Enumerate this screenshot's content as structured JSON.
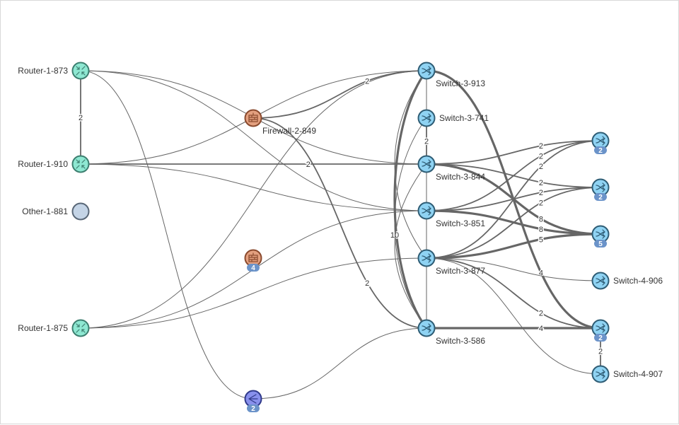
{
  "colors": {
    "router": "#8ee8d2",
    "router_stroke": "#3d7f70",
    "firewall": "#e3a07f",
    "firewall_stroke": "#8a4a2e",
    "switch": "#8fd3f3",
    "switch_stroke": "#2f5d75",
    "other": "#c4d4e6",
    "other_stroke": "#5a6878",
    "hub": "#8890ec",
    "hub_stroke": "#303a8a",
    "badge": "#6b93c9",
    "edge": "#666666"
  },
  "nodes": [
    {
      "id": "r873",
      "label": "Router-1-873",
      "type": "router",
      "label_side": "left"
    },
    {
      "id": "r910",
      "label": "Router-1-910",
      "type": "router",
      "label_side": "left"
    },
    {
      "id": "o881",
      "label": "Other-1-881",
      "type": "other",
      "label_side": "left"
    },
    {
      "id": "r875",
      "label": "Router-1-875",
      "type": "router",
      "label_side": "left"
    },
    {
      "id": "fw849",
      "label": "Firewall-2-849",
      "type": "firewall",
      "label_side": "below"
    },
    {
      "id": "fwg",
      "label": "",
      "type": "firewall",
      "badge": "4"
    },
    {
      "id": "hubg",
      "label": "",
      "type": "hub",
      "badge": "2"
    },
    {
      "id": "s913",
      "label": "Switch-3-913",
      "type": "switch",
      "label_side": "below"
    },
    {
      "id": "s741",
      "label": "Switch-3-741",
      "type": "switch",
      "label_side": "right"
    },
    {
      "id": "s844",
      "label": "Switch-3-844",
      "type": "switch",
      "label_side": "below"
    },
    {
      "id": "s851",
      "label": "Switch-3-851",
      "type": "switch",
      "label_side": "below"
    },
    {
      "id": "s877",
      "label": "Switch-3-877",
      "type": "switch",
      "label_side": "below"
    },
    {
      "id": "s586",
      "label": "Switch-3-586",
      "type": "switch",
      "label_side": "below"
    },
    {
      "id": "g198",
      "label": "",
      "type": "switch",
      "badge": "2"
    },
    {
      "id": "g264",
      "label": "",
      "type": "switch",
      "badge": "2"
    },
    {
      "id": "g330",
      "label": "",
      "type": "switch",
      "badge": "5"
    },
    {
      "id": "s906",
      "label": "Switch-4-906",
      "type": "switch",
      "label_side": "right"
    },
    {
      "id": "g463",
      "label": "",
      "type": "switch",
      "badge": "2"
    },
    {
      "id": "s907",
      "label": "Switch-4-907",
      "type": "switch",
      "label_side": "right"
    }
  ],
  "edges": [
    {
      "from": "r873",
      "to": "r910",
      "label": "2"
    },
    {
      "from": "r873",
      "to": "s844"
    },
    {
      "from": "r873",
      "to": "s851"
    },
    {
      "from": "r873",
      "to": "hubg"
    },
    {
      "from": "r910",
      "to": "s913"
    },
    {
      "from": "r910",
      "to": "s844",
      "label": "2"
    },
    {
      "from": "r910",
      "to": "s851"
    },
    {
      "from": "r875",
      "to": "s851"
    },
    {
      "from": "r875",
      "to": "s877"
    },
    {
      "from": "r875",
      "to": "s913"
    },
    {
      "from": "hubg",
      "to": "s586"
    },
    {
      "from": "fw849",
      "to": "s913",
      "label": "2"
    },
    {
      "from": "fw849",
      "to": "s586",
      "label": "2"
    },
    {
      "from": "s913",
      "to": "s586",
      "label": "10"
    },
    {
      "from": "s913",
      "to": "s851"
    },
    {
      "from": "s913",
      "to": "s877"
    },
    {
      "from": "s741",
      "to": "s844",
      "label": "2"
    },
    {
      "from": "s741",
      "to": "s586"
    },
    {
      "from": "s844",
      "to": "s586"
    },
    {
      "from": "s851",
      "to": "s877"
    },
    {
      "from": "s877",
      "to": "s586"
    },
    {
      "from": "s913",
      "to": "g463",
      "label": "4"
    },
    {
      "from": "s844",
      "to": "g198",
      "label": "2"
    },
    {
      "from": "s844",
      "to": "g264",
      "label": "2"
    },
    {
      "from": "s844",
      "to": "g330",
      "label": "8"
    },
    {
      "from": "s851",
      "to": "g198",
      "label": "2"
    },
    {
      "from": "s851",
      "to": "g264",
      "label": "2"
    },
    {
      "from": "s851",
      "to": "g330",
      "label": "8"
    },
    {
      "from": "s877",
      "to": "g198",
      "label": "2"
    },
    {
      "from": "s877",
      "to": "g264",
      "label": "2"
    },
    {
      "from": "s877",
      "to": "g330",
      "label": "5"
    },
    {
      "from": "s877",
      "to": "s906"
    },
    {
      "from": "s877",
      "to": "g463",
      "label": "2"
    },
    {
      "from": "s877",
      "to": "s907"
    },
    {
      "from": "s586",
      "to": "g463",
      "label": "4"
    },
    {
      "from": "g463",
      "to": "s907",
      "label": "2"
    }
  ]
}
